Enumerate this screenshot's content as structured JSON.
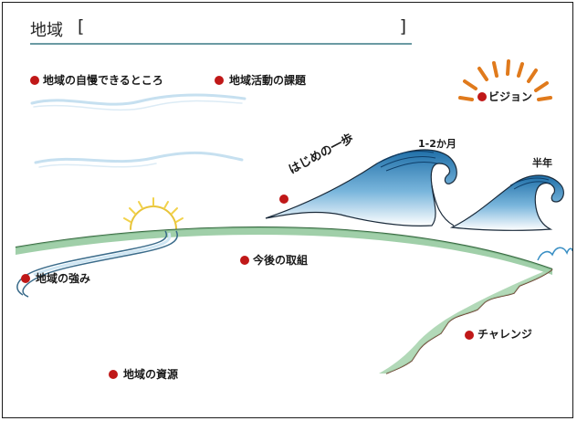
{
  "header": {
    "label": "地域",
    "bracket_open": "[",
    "bracket_close": "]"
  },
  "labels": {
    "pride": "地域の自慢できるところ",
    "issues": "地域活動の課題",
    "vision": "ビジョン",
    "first_step": "はじめの一歩",
    "term_short": "1-2か月",
    "term_half": "半年",
    "initiatives": "今後の取組",
    "strengths": "地域の強み",
    "challenge": "チャレンジ",
    "resources": "地域の資源"
  },
  "colors": {
    "dot": "#c01818",
    "ground": "#8fc79a",
    "wave": "#3a8fc4",
    "cloud": "#c8e2f2",
    "sun": "#f2d24b",
    "vision_rays": "#e07a1c"
  }
}
